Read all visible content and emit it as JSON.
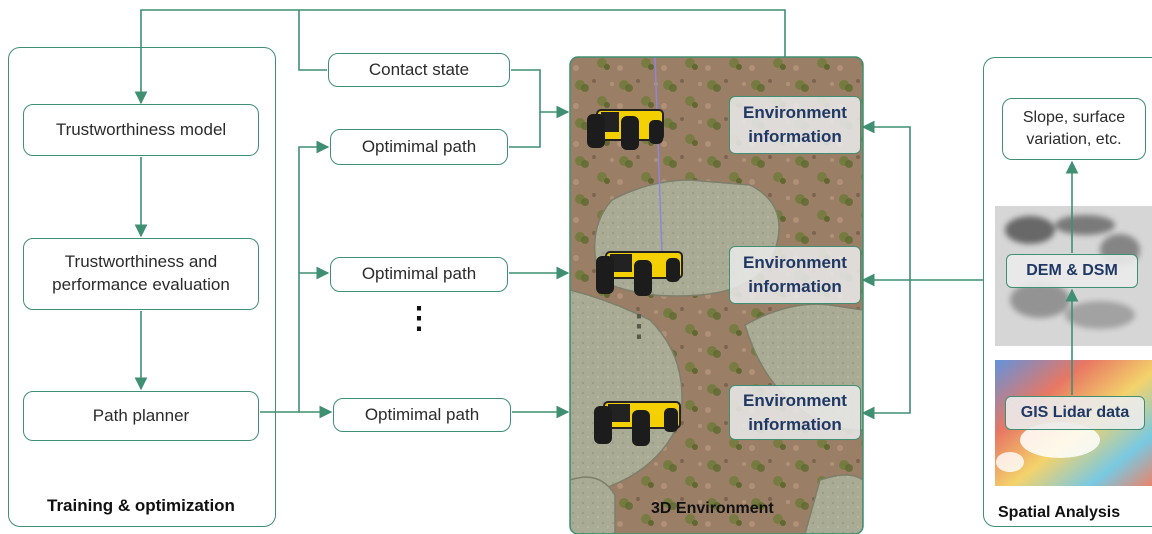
{
  "training": {
    "title": "Training & optimization",
    "trust_model": "Trustworthiness model",
    "evaluation": "Trustworthiness and performance evaluation",
    "path_planner": "Path planner"
  },
  "middle": {
    "contact_state": "Contact state",
    "optimal_path_1": "Optimimal path",
    "optimal_path_2": "Optimimal path",
    "optimal_path_3": "Optimimal path",
    "ellipsis": "⋮"
  },
  "environment": {
    "title": "3D Environment",
    "env_info_1": "Environment information",
    "env_info_2": "Environment information",
    "env_info_3": "Environment information",
    "ellipsis": "⋮"
  },
  "spatial": {
    "title": "Spatial Analysis",
    "slope": "Slope, surface variation, etc.",
    "dem": "DEM & DSM",
    "gis": "GIS Lidar data"
  },
  "colors": {
    "line": "#3f8f72",
    "robot_yellow": "#f4d000",
    "terrain": "#9a7e66",
    "rock": "#a7a992",
    "env_text": "#1f3864"
  }
}
